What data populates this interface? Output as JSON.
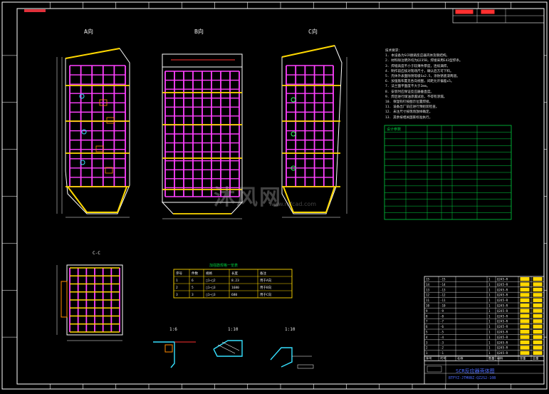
{
  "drawing": {
    "view_labels": {
      "a": "A向",
      "b": "B向",
      "c": "C向"
    },
    "section_label": "C-C",
    "detail_scales": [
      "1:6",
      "1:10",
      "1:10"
    ],
    "watermark": "沐风网",
    "watermark_url": "www.mfcad.com"
  },
  "notes": {
    "heading": "技术要求：",
    "lines": [
      "1. 本设备为SCR脱硝反应器壳体及钢结构。",
      "2. 材料除注明外均为Q235B，焊接采用E43型焊条。",
      "3. 焊缝高度不小于较薄件厚度，连续满焊。",
      "4. 制作前应核对现场尺寸，确认后方可下料。",
      "5. 壳体外表面除锈等级Sa2.5，涂防锈底漆两道。",
      "6. 加强筋布置见各向视图，间距允许偏差±5。",
      "7. 法兰面平面度不大于2mm。",
      "8. 安装时应保证反应器垂直度。",
      "9. 焊后进行煤油渗漏试验，不得有渗漏。",
      "10. 保温钩钉按图示位置焊接。",
      "11. 设备出厂前应进行预组装检查。",
      "12. 未注尺寸按现场放样确定。",
      "13. 其余按相关国家标准执行。"
    ]
  },
  "green_table": {
    "header": "设计参数",
    "rows": 14
  },
  "yellow_table": {
    "title": "加强筋规格一览表",
    "headers": [
      "序号",
      "件数",
      "规格",
      "长度",
      "备注"
    ],
    "rows": [
      [
        "1",
        "6",
        "□1~□2",
        "8.23",
        "用于A向"
      ],
      [
        "2",
        "5",
        "□1~□3",
        "1680",
        "用于B向"
      ],
      [
        "3",
        "3",
        "□1~□3",
        "680",
        "用于C向"
      ]
    ]
  },
  "bom": {
    "headers": [
      "序号",
      "代号",
      "名称",
      "数量",
      "材料",
      "单重",
      "总重"
    ],
    "rows": [
      [
        "15",
        "-15",
        "",
        "1",
        "Q245-R",
        "",
        ""
      ],
      [
        "14",
        "-14",
        "",
        "1",
        "Q245-R",
        "",
        ""
      ],
      [
        "13",
        "-13",
        "",
        "1",
        "Q245-R",
        "",
        ""
      ],
      [
        "12",
        "-12",
        "",
        "1",
        "Q245-R",
        "",
        ""
      ],
      [
        "11",
        "-11",
        "",
        "1",
        "Q245-R",
        "",
        ""
      ],
      [
        "10",
        "-10",
        "",
        "1",
        "Q245-R",
        "",
        ""
      ],
      [
        "9",
        "-9",
        "",
        "1",
        "Q245-R",
        "",
        ""
      ],
      [
        "8",
        "-8",
        "",
        "1",
        "Q245-R",
        "",
        ""
      ],
      [
        "7",
        "-7",
        "",
        "1",
        "Q245-R",
        "",
        ""
      ],
      [
        "6",
        "-6",
        "",
        "1",
        "Q245-R",
        "",
        ""
      ],
      [
        "5",
        "-5",
        "",
        "1",
        "Q245-R",
        "",
        ""
      ],
      [
        "4",
        "-4",
        "",
        "1",
        "Q245-R",
        "",
        ""
      ],
      [
        "3",
        "-3",
        "",
        "1",
        "Q245-R",
        "",
        ""
      ],
      [
        "2",
        "-2",
        "",
        "1",
        "Q245-R",
        "",
        ""
      ],
      [
        "1",
        "-1",
        "",
        "1",
        "Q245-R",
        "",
        ""
      ]
    ]
  },
  "title_block": {
    "title": "SCR反应器壳体图",
    "drawing_no": "BTFYZ-JTM0BZ-QZ2S2-10B"
  },
  "colors": {
    "frame": "#ffffff",
    "plate": "#ff40ff",
    "stiffener": "#ffd800",
    "note_table": "#00d040",
    "detail": "#35e0ff",
    "red": "#ff3030",
    "title_blue": "#4d6bff"
  }
}
